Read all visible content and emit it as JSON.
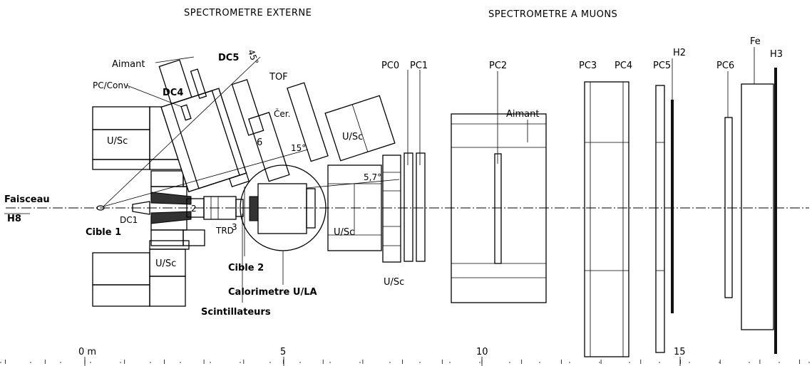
{
  "headers": {
    "external_spectrometer": "SPECTROMETRE EXTERNE",
    "muon_spectrometer": "SPECTROMETRE A MUONS"
  },
  "beam": {
    "name": "Faisceau",
    "line": "H8"
  },
  "labels": {
    "cible1": "Cible 1",
    "cible2": "Cible 2",
    "dc1": "DC1",
    "dc4": "DC4",
    "dc5": "DC5",
    "pc_conv": "PC/Conv.",
    "aimant_ext": "Aimant",
    "aimant_muon": "Aimant",
    "tof": "TOF",
    "cer": "Čer.",
    "angle_45": "45°",
    "angle_15": "15°",
    "angle_57": "5,7°",
    "num_2": "2",
    "num_3": "3",
    "num_6": "6",
    "trd": "TRD",
    "scintillateurs": "Scintillateurs",
    "calorimetre": "Calorimetre U/LA",
    "usc_top": "U/Sc",
    "usc_bottom": "U/Sc",
    "usc_mid": "U/Sc",
    "usc_tof": "U/Sc",
    "usc_below": "U/Sc",
    "pc0": "PC0",
    "pc1": "PC1",
    "pc2": "PC2",
    "pc3": "PC3",
    "pc4": "PC4",
    "pc5": "PC5",
    "pc6": "PC6",
    "h2": "H2",
    "h3": "H3",
    "fe": "Fe"
  },
  "scale": {
    "unit_label": "0 m",
    "tick_labels": [
      "5",
      "10",
      "15"
    ]
  }
}
